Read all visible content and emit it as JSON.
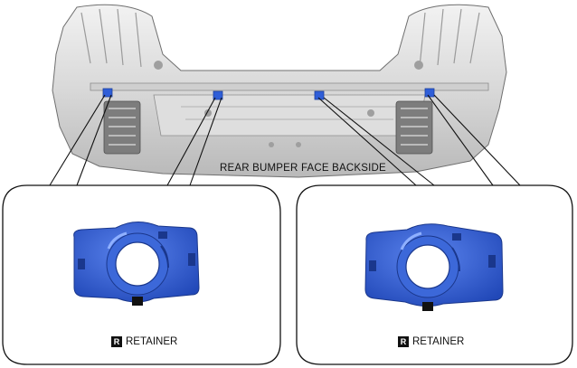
{
  "diagram": {
    "caption": "REAR BUMPER FACE BACKSIDE",
    "parts": [
      {
        "name": "left-retainer",
        "badge": "R",
        "label": "RETAINER"
      },
      {
        "name": "right-retainer",
        "badge": "R",
        "label": "RETAINER"
      }
    ],
    "colors": {
      "retainer": "#2f5ed8",
      "retainer_dark": "#1c3f9e",
      "bumper_light": "#e6e6e6",
      "bumper_dark": "#8a8a8a",
      "line": "#111111"
    }
  }
}
